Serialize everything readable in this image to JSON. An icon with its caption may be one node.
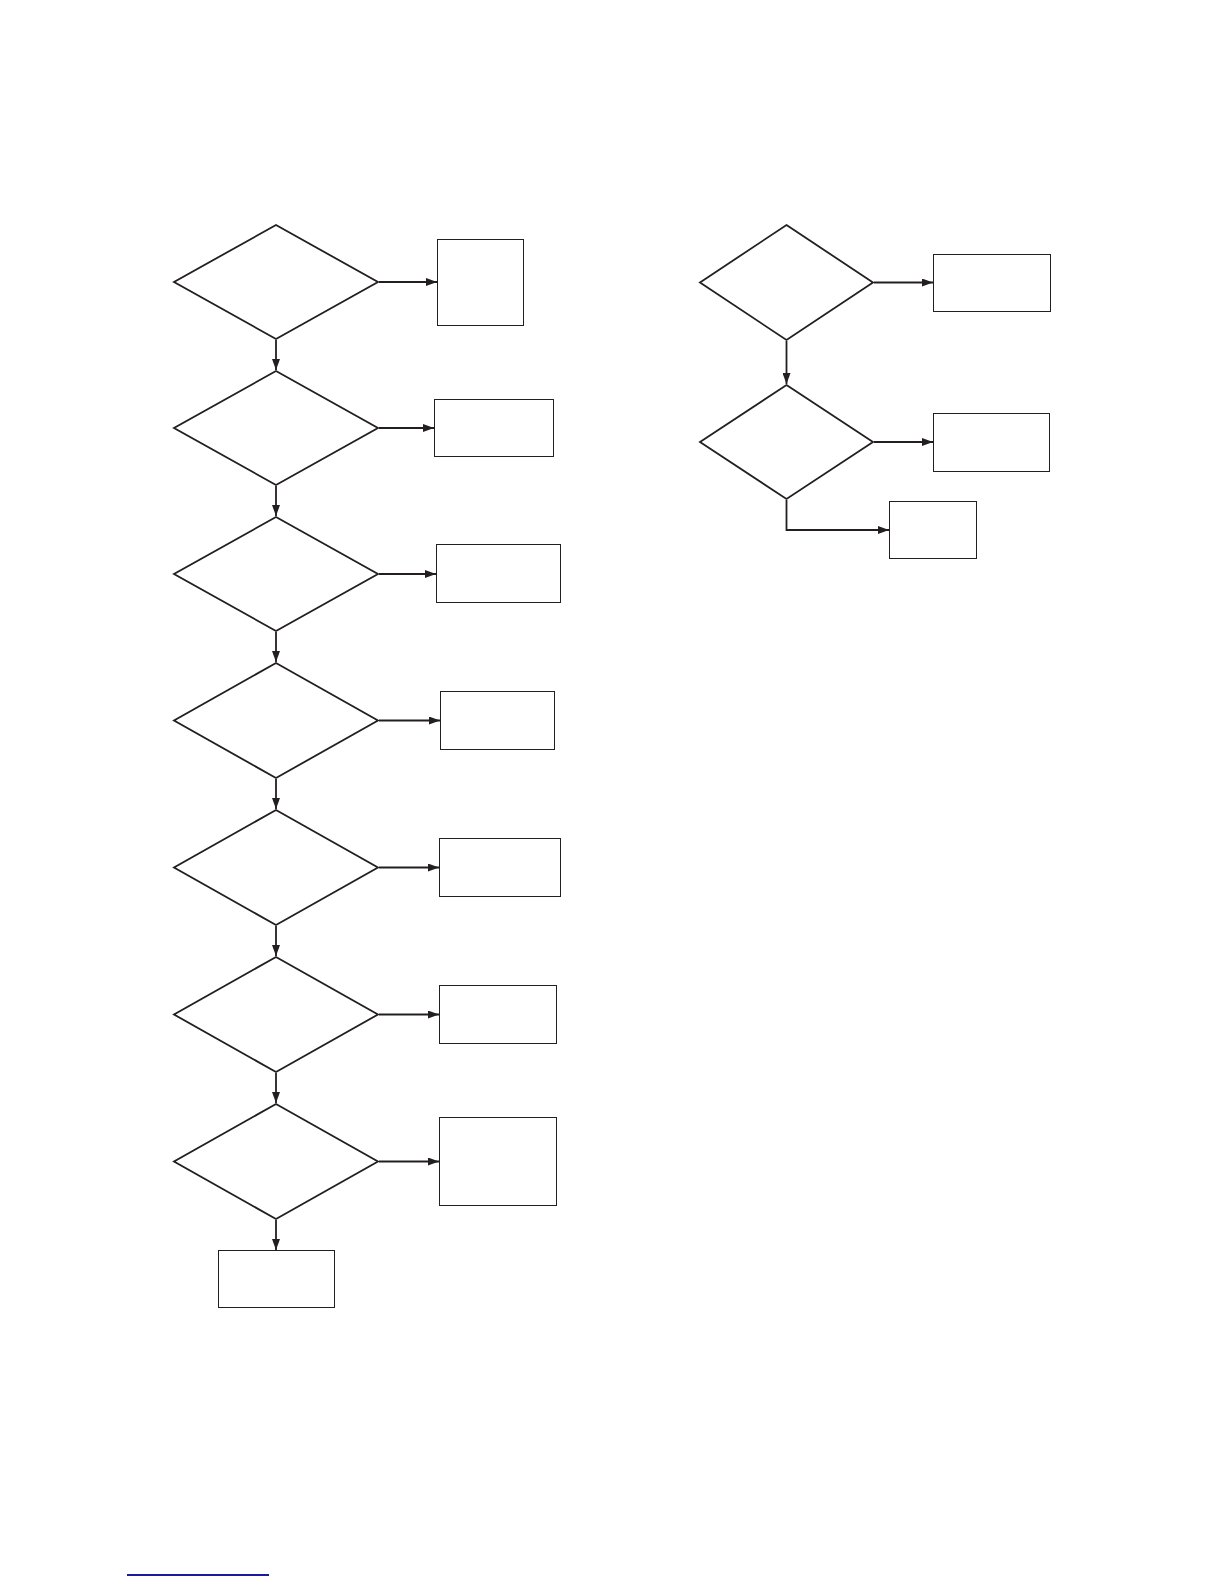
{
  "diagram": {
    "nodes": [
      {
        "text": [],
        "shape": "diamond"
      },
      {
        "text": [],
        "shape": "box"
      },
      {
        "text": [],
        "shape": "diamond"
      },
      {
        "text": [],
        "shape": "box"
      },
      {
        "text": [],
        "shape": "diamond"
      },
      {
        "text": [],
        "shape": "box"
      },
      {
        "text": [],
        "shape": "diamond"
      },
      {
        "text": [],
        "shape": "box"
      },
      {
        "text": [],
        "shape": "diamond"
      },
      {
        "text": [],
        "shape": "box"
      },
      {
        "text": [],
        "shape": "diamond"
      },
      {
        "text": [],
        "shape": "box"
      },
      {
        "text": [],
        "shape": "diamond"
      },
      {
        "text": [],
        "shape": "box"
      },
      {
        "text": [],
        "shape": "box"
      },
      {
        "text": [],
        "shape": "diamond"
      },
      {
        "text": [],
        "shape": "box"
      },
      {
        "text": [],
        "shape": "diamond"
      },
      {
        "text": [],
        "shape": "box"
      },
      {
        "text": [],
        "shape": "box"
      }
    ],
    "edges": [
      {
        "from": 0,
        "to": 1,
        "arrow": "to"
      },
      {
        "from": 0,
        "to": 2,
        "arrow": "to"
      },
      {
        "from": 2,
        "to": 3,
        "arrow": "to"
      },
      {
        "from": 2,
        "to": 4,
        "arrow": "to"
      },
      {
        "from": 4,
        "to": 5,
        "arrow": "to"
      },
      {
        "from": 4,
        "to": 6,
        "arrow": "to"
      },
      {
        "from": 6,
        "to": 7,
        "arrow": "to"
      },
      {
        "from": 6,
        "to": 8,
        "arrow": "to"
      },
      {
        "from": 8,
        "to": 9,
        "arrow": "to"
      },
      {
        "from": 8,
        "to": 10,
        "arrow": "to"
      },
      {
        "from": 10,
        "to": 11,
        "arrow": "to"
      },
      {
        "from": 10,
        "to": 12,
        "arrow": "to"
      },
      {
        "from": 12,
        "to": 13,
        "arrow": "to"
      },
      {
        "from": 12,
        "to": 14,
        "arrow": "to"
      },
      {
        "from": 15,
        "to": 16,
        "arrow": "to"
      },
      {
        "from": 15,
        "to": 17,
        "arrow": "to"
      },
      {
        "from": 17,
        "to": 18,
        "arrow": "to"
      },
      {
        "from": 17,
        "to": 19,
        "arrow": "to"
      }
    ]
  }
}
